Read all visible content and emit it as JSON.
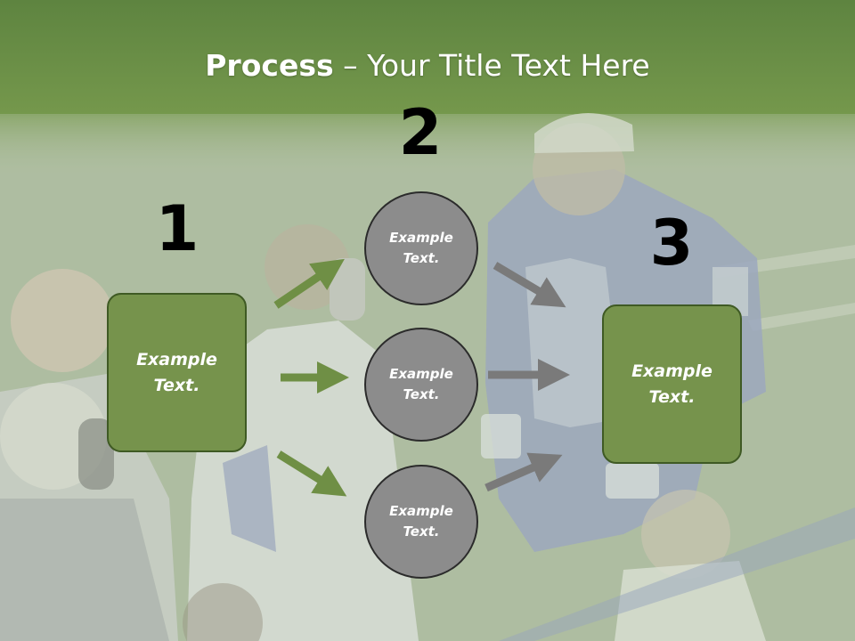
{
  "title": {
    "bold": "Process",
    "dash": " – ",
    "rest": "Your Title Text Here"
  },
  "numbers": [
    "1",
    "2",
    "3"
  ],
  "steps": {
    "left": "Example Text.",
    "middle": [
      "Example Text.",
      "Example Text.",
      "Example Text."
    ],
    "right": "Example Text."
  },
  "colors": {
    "box_fill": "#76934c",
    "box_border": "#3f5a24",
    "circle_fill": "#8c8c8c",
    "circle_border": "#2b2b2b",
    "arrow_green": "#6f8f45",
    "arrow_gray": "#7a7a7a",
    "header_band": "#64883f"
  }
}
